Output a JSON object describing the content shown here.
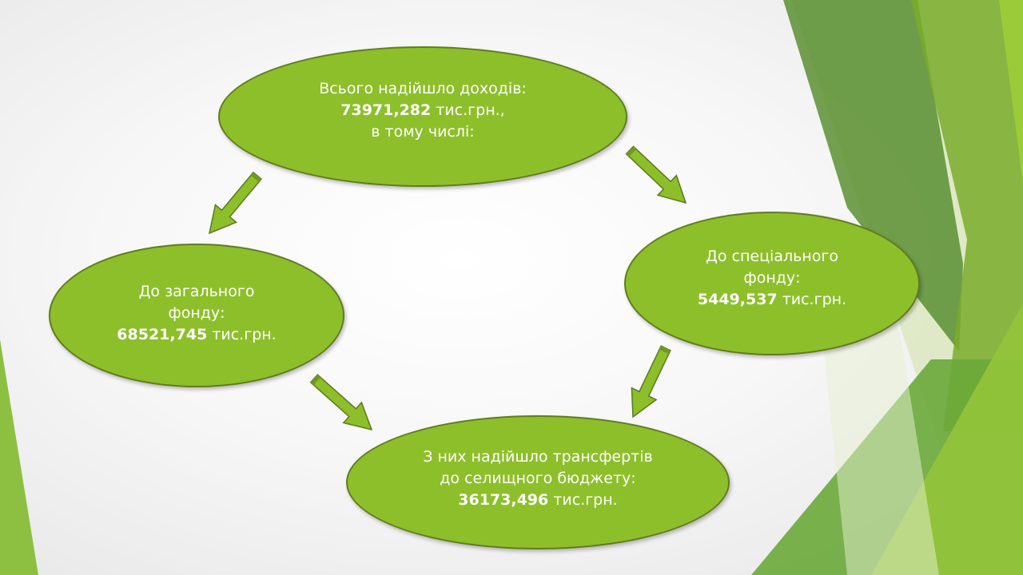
{
  "colors": {
    "node_fill": "#8dbf2a",
    "node_border": "#607d1d",
    "text": "#ffffff",
    "arrow_fill": "#8dbf2a",
    "arrow_border": "#5a7a1c"
  },
  "nodes": {
    "total": {
      "line1": "Всього надійшло доходів:",
      "amount": "73971,282",
      "amount_suffix": " тис.грн.,",
      "line3": "в тому числі:"
    },
    "general_fund": {
      "line1": "До загального",
      "line2": "фонду:",
      "amount": "68521,745",
      "amount_suffix": " тис.грн."
    },
    "special_fund": {
      "line1": "До спеціального",
      "line2": "фонду:",
      "amount": "5449,537",
      "amount_suffix": " тис.грн."
    },
    "transfers": {
      "line1": "З них надійшло трансфертів",
      "line2": "до селищного бюджету:",
      "amount": "36173,496",
      "amount_suffix": " тис.грн."
    }
  },
  "edges": [
    {
      "from": "total",
      "to": "general_fund"
    },
    {
      "from": "total",
      "to": "special_fund"
    },
    {
      "from": "general_fund",
      "to": "transfers"
    },
    {
      "from": "special_fund",
      "to": "transfers"
    }
  ]
}
